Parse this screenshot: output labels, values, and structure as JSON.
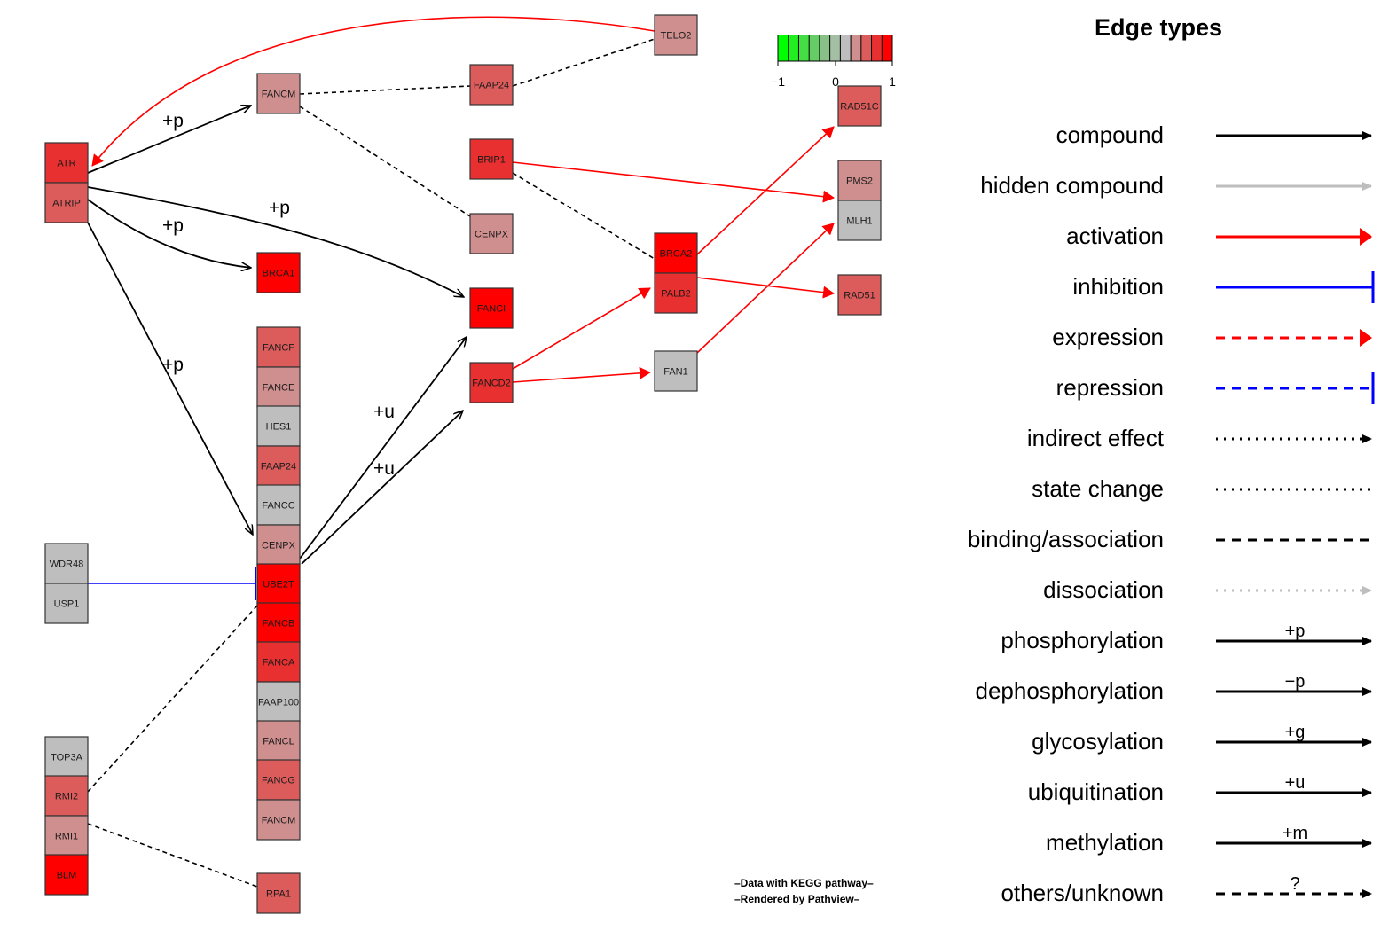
{
  "colors": {
    "compound": "#000000",
    "hidden_compound": "#bebebe",
    "activation": "#ff0000",
    "inhibition": "#0000ff",
    "expression": "#ff0000",
    "repression": "#0000ff",
    "dissociation": "#bebebe",
    "node_border": "#333333"
  },
  "nodes": [
    {
      "id": "ATR",
      "label": "ATR",
      "fill": "#e83030"
    },
    {
      "id": "ATRIP",
      "label": "ATRIP",
      "fill": "#dc5c5c"
    },
    {
      "id": "FANCM_top",
      "label": "FANCM",
      "fill": "#cf8f8f"
    },
    {
      "id": "FAAP24_top",
      "label": "FAAP24",
      "fill": "#dc5c5c"
    },
    {
      "id": "TELO2",
      "label": "TELO2",
      "fill": "#cf8f8f"
    },
    {
      "id": "BRIP1",
      "label": "BRIP1",
      "fill": "#e83030"
    },
    {
      "id": "CENPX_top",
      "label": "CENPX",
      "fill": "#cf8f8f"
    },
    {
      "id": "BRCA1",
      "label": "BRCA1",
      "fill": "#ff0000"
    },
    {
      "id": "FANCI",
      "label": "FANCI",
      "fill": "#ff0000"
    },
    {
      "id": "FANCD2",
      "label": "FANCD2",
      "fill": "#e83030"
    },
    {
      "id": "BRCA2",
      "label": "BRCA2",
      "fill": "#ff0000"
    },
    {
      "id": "PALB2",
      "label": "PALB2",
      "fill": "#e83030"
    },
    {
      "id": "FAN1",
      "label": "FAN1",
      "fill": "#bebebe"
    },
    {
      "id": "RAD51C",
      "label": "RAD51C",
      "fill": "#dc5c5c"
    },
    {
      "id": "PMS2",
      "label": "PMS2",
      "fill": "#cf8f8f"
    },
    {
      "id": "MLH1",
      "label": "MLH1",
      "fill": "#bebebe"
    },
    {
      "id": "RAD51",
      "label": "RAD51",
      "fill": "#dc5c5c"
    },
    {
      "id": "FANCF",
      "label": "FANCF",
      "fill": "#dc5c5c"
    },
    {
      "id": "FANCE",
      "label": "FANCE",
      "fill": "#cf8f8f"
    },
    {
      "id": "HES1",
      "label": "HES1",
      "fill": "#bebebe"
    },
    {
      "id": "FAAP24_col",
      "label": "FAAP24",
      "fill": "#dc5c5c"
    },
    {
      "id": "FANCC",
      "label": "FANCC",
      "fill": "#bebebe"
    },
    {
      "id": "CENPX_col",
      "label": "CENPX",
      "fill": "#cf8f8f"
    },
    {
      "id": "UBE2T",
      "label": "UBE2T",
      "fill": "#ff0000"
    },
    {
      "id": "FANCB",
      "label": "FANCB",
      "fill": "#ff0000"
    },
    {
      "id": "FANCA",
      "label": "FANCA",
      "fill": "#e83030"
    },
    {
      "id": "FAAP100",
      "label": "FAAP100",
      "fill": "#bebebe"
    },
    {
      "id": "FANCL",
      "label": "FANCL",
      "fill": "#cf8f8f"
    },
    {
      "id": "FANCG",
      "label": "FANCG",
      "fill": "#dc5c5c"
    },
    {
      "id": "FANCM_col",
      "label": "FANCM",
      "fill": "#cf8f8f"
    },
    {
      "id": "WDR48",
      "label": "WDR48",
      "fill": "#bebebe"
    },
    {
      "id": "USP1",
      "label": "USP1",
      "fill": "#bebebe"
    },
    {
      "id": "TOP3A",
      "label": "TOP3A",
      "fill": "#bebebe"
    },
    {
      "id": "RMI2",
      "label": "RMI2",
      "fill": "#dc5c5c"
    },
    {
      "id": "RMI1",
      "label": "RMI1",
      "fill": "#cf8f8f"
    },
    {
      "id": "BLM",
      "label": "BLM",
      "fill": "#ff0000"
    },
    {
      "id": "RPA1",
      "label": "RPA1",
      "fill": "#dc5c5c"
    }
  ],
  "edges": [
    {
      "id": "telo2-atr",
      "type": "activation"
    },
    {
      "id": "atr-fancm",
      "type": "phosphorylation",
      "label": "+p"
    },
    {
      "id": "atrip-brca1",
      "type": "phosphorylation",
      "label": "+p"
    },
    {
      "id": "atrip-fanci",
      "type": "phosphorylation",
      "label": "+p"
    },
    {
      "id": "atrip-fanc-core",
      "type": "phosphorylation",
      "label": "+p"
    },
    {
      "id": "fancm-faap24",
      "type": "binding"
    },
    {
      "id": "faap24-telo2",
      "type": "binding"
    },
    {
      "id": "fancm-cenpx",
      "type": "binding"
    },
    {
      "id": "brip1-brca2",
      "type": "binding"
    },
    {
      "id": "brip1-pms2",
      "type": "activation"
    },
    {
      "id": "brca2-rad51c",
      "type": "activation"
    },
    {
      "id": "palb2-rad51",
      "type": "activation"
    },
    {
      "id": "fancd2-palb2",
      "type": "activation"
    },
    {
      "id": "fancd2-fan1",
      "type": "activation"
    },
    {
      "id": "fan1-mlh1",
      "type": "activation"
    },
    {
      "id": "ube2t-fanci",
      "type": "ubiquitination",
      "label": "+u"
    },
    {
      "id": "ube2t-fancd2",
      "type": "ubiquitination",
      "label": "+u"
    },
    {
      "id": "usp1-ube2t",
      "type": "inhibition"
    },
    {
      "id": "rmi2-ube2t",
      "type": "binding"
    },
    {
      "id": "rmi1-rpa1",
      "type": "binding"
    }
  ],
  "colorbar": {
    "ticks": [
      "−1",
      "0",
      "1"
    ],
    "colors": [
      "#00ff00",
      "#22ee22",
      "#44dd44",
      "#66cc66",
      "#88c088",
      "#a5bfa5",
      "#bebebe",
      "#cf8f8f",
      "#dc5c5c",
      "#e83030",
      "#ff0000"
    ]
  },
  "legend": {
    "title": "Edge types",
    "items": [
      {
        "label": "compound",
        "kind": "compound"
      },
      {
        "label": "hidden compound",
        "kind": "hidden_compound"
      },
      {
        "label": "activation",
        "kind": "activation"
      },
      {
        "label": "inhibition",
        "kind": "inhibition"
      },
      {
        "label": "expression",
        "kind": "expression"
      },
      {
        "label": "repression",
        "kind": "repression"
      },
      {
        "label": "indirect effect",
        "kind": "indirect"
      },
      {
        "label": "state change",
        "kind": "state"
      },
      {
        "label": "binding/association",
        "kind": "binding"
      },
      {
        "label": "dissociation",
        "kind": "dissociation"
      },
      {
        "label": "phosphorylation",
        "kind": "labeled",
        "edge_label": "+p"
      },
      {
        "label": "dephosphorylation",
        "kind": "labeled",
        "edge_label": "−p"
      },
      {
        "label": "glycosylation",
        "kind": "labeled",
        "edge_label": "+g"
      },
      {
        "label": "ubiquitination",
        "kind": "labeled",
        "edge_label": "+u"
      },
      {
        "label": "methylation",
        "kind": "labeled",
        "edge_label": "+m"
      },
      {
        "label": "others/unknown",
        "kind": "unknown",
        "edge_label": "?"
      }
    ]
  },
  "credits": {
    "line1": "–Data with KEGG pathway–",
    "line2": "–Rendered  by  Pathview–"
  }
}
